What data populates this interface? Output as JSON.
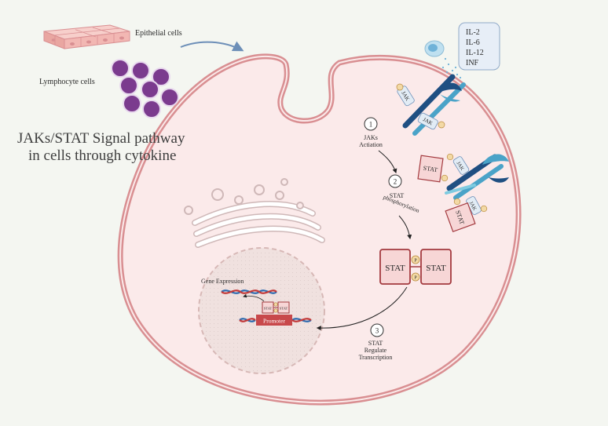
{
  "legend": {
    "epithelial_label": "Epithelial cells",
    "lymphocyte_label": "Lymphocyte cells"
  },
  "title": {
    "line1": "JAKs/STAT Signal pathway",
    "line2": "in cells through cytokine"
  },
  "cytokines": [
    "IL-2",
    "IL-6",
    "IL-12",
    "INF"
  ],
  "steps": [
    {
      "number": "1",
      "line1": "JAKs",
      "line2": "Actiation",
      "line3": ""
    },
    {
      "number": "2",
      "line1": "STAT",
      "line2": "phosphorylation",
      "line3": ""
    },
    {
      "number": "3",
      "line1": "STAT",
      "line2": "Regulate",
      "line3": "Transcription"
    }
  ],
  "molecules": {
    "jak": "JAK",
    "stat": "STAT",
    "p": "P",
    "promoter": "Promoter"
  },
  "nucleus": {
    "gene_expression": "Gene Expression"
  },
  "colors": {
    "cell_fill": "#fbeaea",
    "cell_stroke": "#d98f92",
    "receptor_dark": "#1f4f82",
    "receptor_light": "#4aa3c8",
    "stat_fill": "#f7d6d6",
    "stat_stroke": "#a33a3f",
    "lymphocyte": "#7b3b8e",
    "epithelial": "#f2b7b3"
  }
}
